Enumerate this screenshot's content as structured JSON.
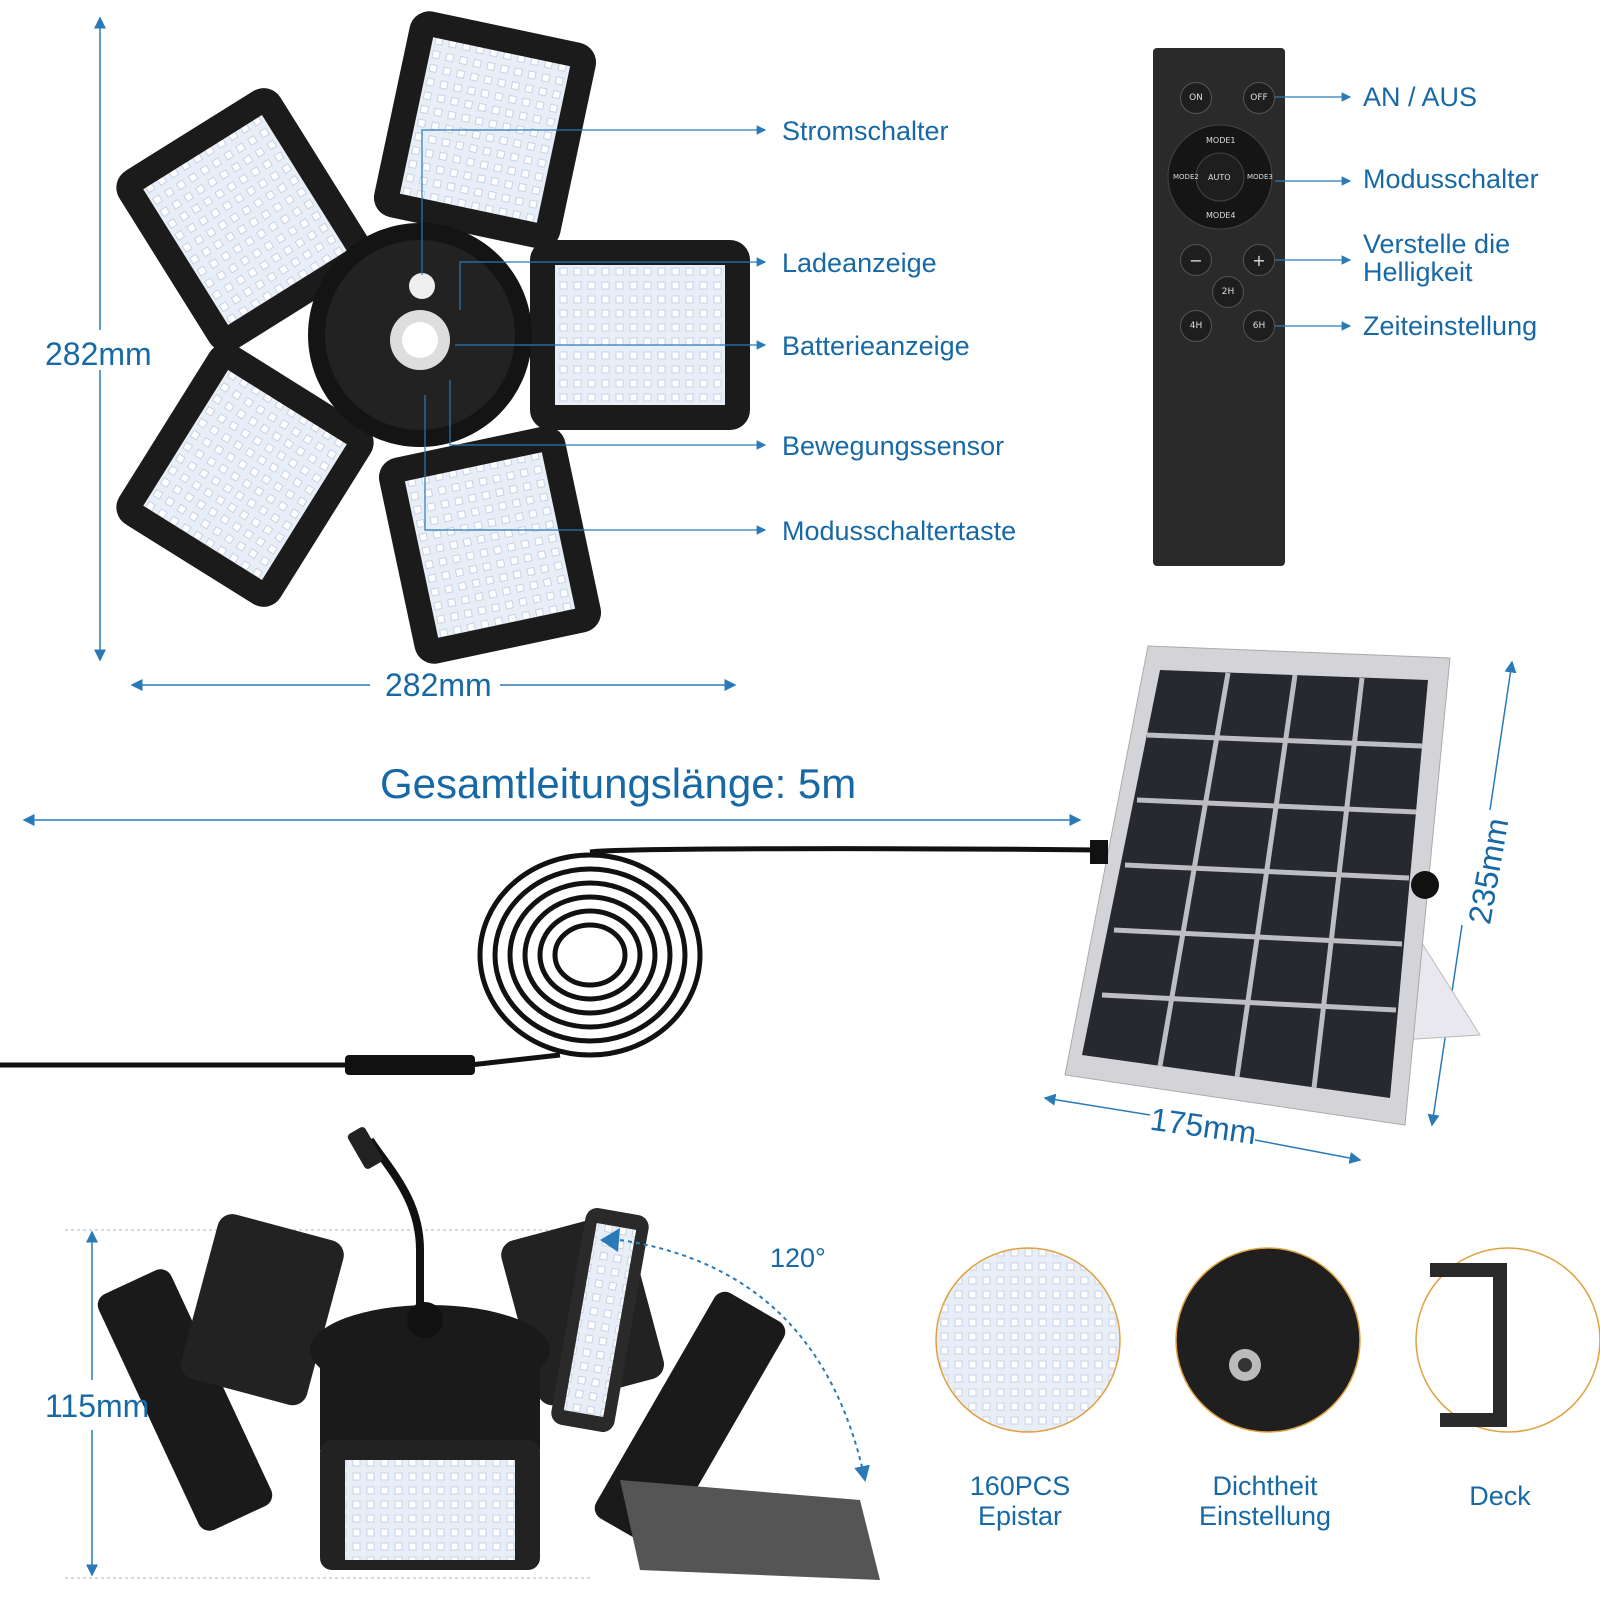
{
  "top_light": {
    "height_dim": "282mm",
    "width_dim": "282mm",
    "callouts": [
      "Stromschalter",
      "Ladeanzeige",
      "Batterieanzeige",
      "Bewegungssensor",
      "Modusschaltertaste"
    ]
  },
  "remote": {
    "buttons": {
      "on": "ON",
      "off": "OFF",
      "mode1": "MODE1",
      "mode2": "MODE2",
      "auto": "AUTO",
      "mode3": "MODE3",
      "mode4": "MODE4",
      "minus": "−",
      "plus": "+",
      "h2": "2H",
      "h4": "4H",
      "h6": "6H"
    },
    "callouts": [
      "AN / AUS",
      "Modusschalter",
      "Verstelle die\nHelligkeit",
      "Zeiteinstellung"
    ]
  },
  "cable": {
    "total_length": "Gesamtleitungslänge: 5m"
  },
  "solar_panel": {
    "width_dim": "175mm",
    "height_dim": "235mm"
  },
  "side_view": {
    "height_dim": "115mm",
    "angle": "120°"
  },
  "features": [
    {
      "label": "160PCS\nEpistar"
    },
    {
      "label": "Dichtheit\nEinstellung"
    },
    {
      "label": "Deck"
    }
  ],
  "colors": {
    "accent": "#1769a6",
    "arrow": "#2a7ab8"
  }
}
